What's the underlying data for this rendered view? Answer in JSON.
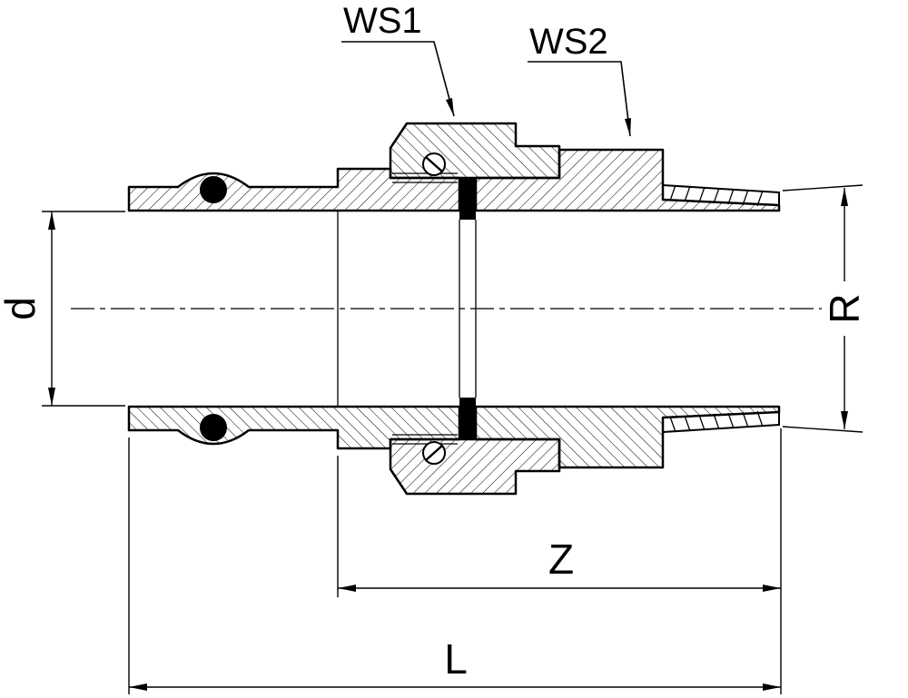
{
  "page": {
    "background": "#ffffff",
    "line_color": "#000000",
    "fill_color": "#000000"
  },
  "callouts": {
    "ws1": "WS1",
    "ws2": "WS2"
  },
  "dimensions": {
    "d": "d",
    "r": "R",
    "z": "Z",
    "l": "L"
  }
}
